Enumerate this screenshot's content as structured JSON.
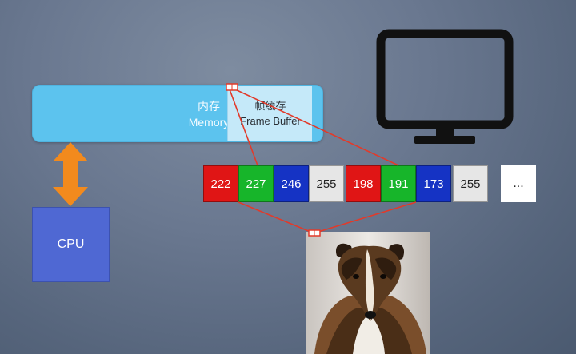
{
  "memory": {
    "label_cn": "内存",
    "label_en": "Memory"
  },
  "frame_buffer": {
    "label_cn": "帧缓存",
    "label_en": "Frame Buffer"
  },
  "cpu": {
    "label": "CPU"
  },
  "pixels": [
    {
      "value": "222",
      "color": "#e01515"
    },
    {
      "value": "227",
      "color": "#17b52a"
    },
    {
      "value": "246",
      "color": "#1533c4"
    },
    {
      "value": "255",
      "color": "#e6e6e6"
    },
    {
      "value": "198",
      "color": "#e01515"
    },
    {
      "value": "191",
      "color": "#17b52a"
    },
    {
      "value": "173",
      "color": "#1533c4"
    },
    {
      "value": "255",
      "color": "#e6e6e6"
    }
  ],
  "ellipsis": "...",
  "colors": {
    "arrow_orange": "#f28a1d",
    "pointer_red": "#e23a2a",
    "monitor": "#111111"
  }
}
